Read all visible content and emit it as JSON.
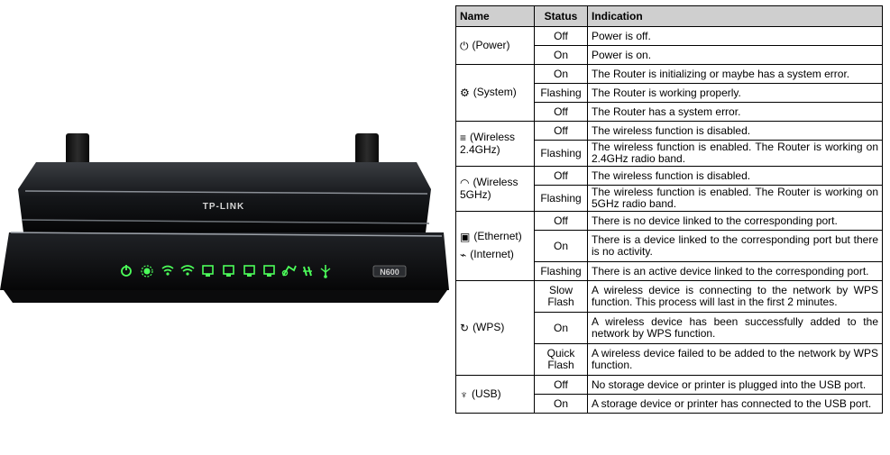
{
  "router": {
    "brand": "TP-LINK",
    "model_badge": "N600",
    "led_icons": [
      "power-icon",
      "system-icon",
      "wireless-24-icon",
      "wireless-5-icon",
      "ethernet-icon",
      "ethernet-icon",
      "ethernet-icon",
      "ethernet-icon",
      "internet-icon",
      "wps-icon",
      "usb-icon"
    ],
    "led_color": "#4cff5a"
  },
  "table": {
    "headers": {
      "name": "Name",
      "status": "Status",
      "indication": "Indication"
    },
    "groups": [
      {
        "name": "(Power)",
        "icon": "power-icon",
        "rows": [
          {
            "status": "Off",
            "indication": "Power is off."
          },
          {
            "status": "On",
            "indication": "Power is on."
          }
        ]
      },
      {
        "name": "(System)",
        "icon": "system-icon",
        "rows": [
          {
            "status": "On",
            "indication": "The Router is initializing or maybe has a system error."
          },
          {
            "status": "Flashing",
            "indication": "The Router is working properly."
          },
          {
            "status": "Off",
            "indication": "The Router has a system error."
          }
        ]
      },
      {
        "name": "(Wireless 2.4GHz)",
        "icon": "wireless-24-icon",
        "rows": [
          {
            "status": "Off",
            "indication": "The wireless function is disabled."
          },
          {
            "status": "Flashing",
            "indication": "The wireless function is enabled. The Router is working on 2.4GHz radio band."
          }
        ]
      },
      {
        "name": "(Wireless 5GHz)",
        "icon": "wireless-5-icon",
        "rows": [
          {
            "status": "Off",
            "indication": "The wireless function is disabled."
          },
          {
            "status": "Flashing",
            "indication": "The wireless function is enabled. The Router is working on 5GHz radio band."
          }
        ]
      },
      {
        "name": "(Ethernet)",
        "name2": "(Internet)",
        "icon": "ethernet-icon",
        "icon2": "internet-icon",
        "rows": [
          {
            "status": "Off",
            "indication": "There is no device linked to the corresponding port."
          },
          {
            "status": "On",
            "indication": "There is a device linked to the corresponding port but there is no activity."
          },
          {
            "status": "Flashing",
            "indication": "There is an active device linked to the corresponding port."
          }
        ]
      },
      {
        "name": "(WPS)",
        "icon": "wps-icon",
        "rows": [
          {
            "status": "Slow Flash",
            "indication": "A wireless device is connecting to the network by WPS function. This process will last in the first 2 minutes."
          },
          {
            "status": "On",
            "indication": "A wireless device has been successfully added to the network by WPS function."
          },
          {
            "status": "Quick Flash",
            "indication": "A wireless device failed to be added to the network by WPS function."
          }
        ]
      },
      {
        "name": "(USB)",
        "icon": "usb-icon",
        "rows": [
          {
            "status": "Off",
            "indication": "No storage device or printer is plugged into the USB port."
          },
          {
            "status": "On",
            "indication": "A storage device or printer has connected to the USB port."
          }
        ]
      }
    ]
  }
}
